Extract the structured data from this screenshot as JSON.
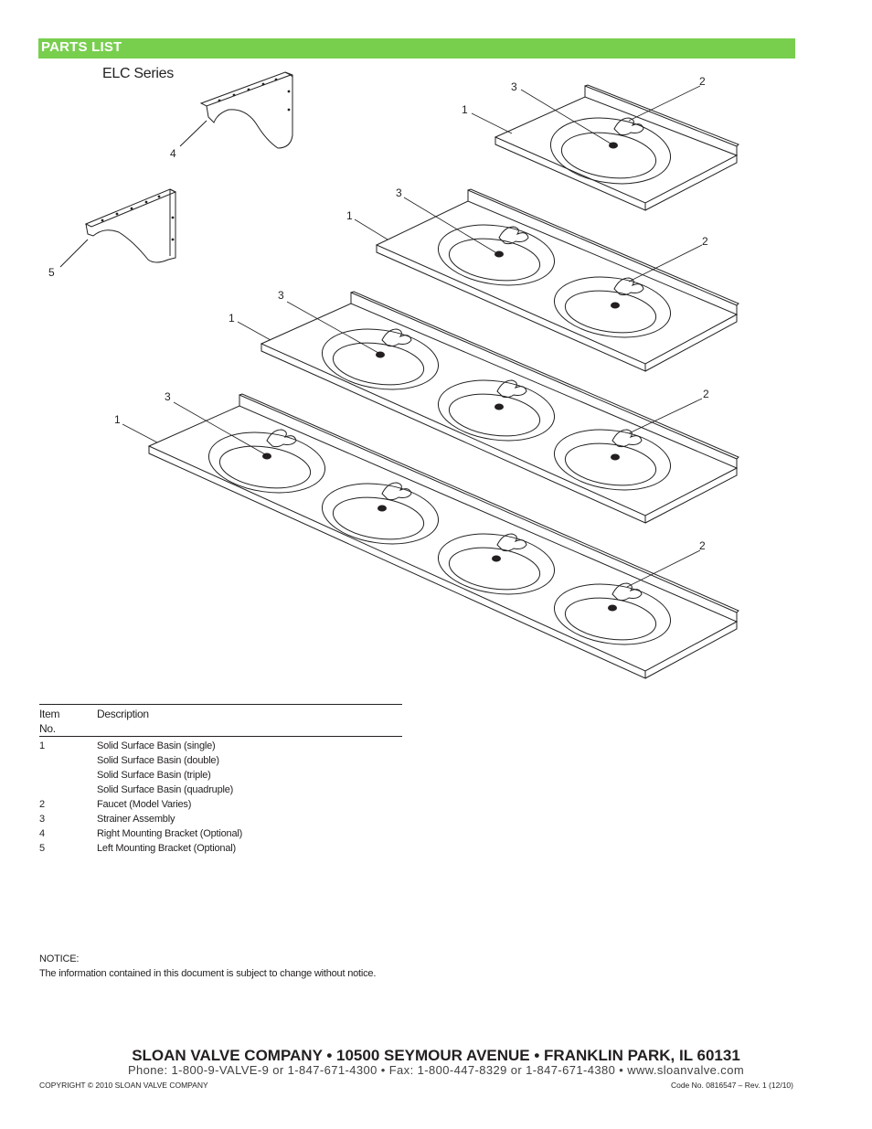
{
  "header": {
    "title": "PARTS LIST",
    "accent_color": "#78cf4e"
  },
  "series_title": "ELC Series",
  "callouts": {
    "bracket_right": "4",
    "bracket_left": "5",
    "basin_single": {
      "basin": "1",
      "strainer": "3",
      "faucet": "2"
    },
    "basin_double": {
      "basin": "1",
      "strainer": "3",
      "faucet": "2"
    },
    "basin_triple": {
      "basin": "1",
      "strainer": "3",
      "faucet": "2"
    },
    "basin_quadruple": {
      "basin": "1",
      "strainer": "3",
      "faucet": "2"
    }
  },
  "parts_table": {
    "col_item": "Item",
    "col_item_2": "No.",
    "col_description": "Description",
    "rows": [
      {
        "no": "1",
        "description": "Solid Surface Basin (single)"
      },
      {
        "no": "",
        "description": "Solid Surface Basin (double)"
      },
      {
        "no": "",
        "description": "Solid Surface Basin (triple)"
      },
      {
        "no": "",
        "description": "Solid Surface Basin (quadruple)"
      },
      {
        "no": "2",
        "description": "Faucet (Model Varies)"
      },
      {
        "no": "3",
        "description": "Strainer Assembly"
      },
      {
        "no": "4",
        "description": "Right Mounting Bracket (Optional)"
      },
      {
        "no": "5",
        "description": "Left Mounting Bracket (Optional)"
      }
    ]
  },
  "notice": {
    "label": "NOTICE:",
    "text": "The information contained in this document is subject to change without notice."
  },
  "footer": {
    "company": "SLOAN VALVE COMPANY • 10500 SEYMOUR AVENUE • FRANKLIN PARK, IL 60131",
    "contact": "Phone: 1-800-9-VALVE-9 or 1-847-671-4300 • Fax: 1-800-447-8329 or 1-847-671-4380 •  www.sloanvalve.com",
    "copyright": "COPYRIGHT © 2010 SLOAN VALVE COMPANY",
    "code": "Code No. 0816547 – Rev. 1 (12/10)"
  }
}
